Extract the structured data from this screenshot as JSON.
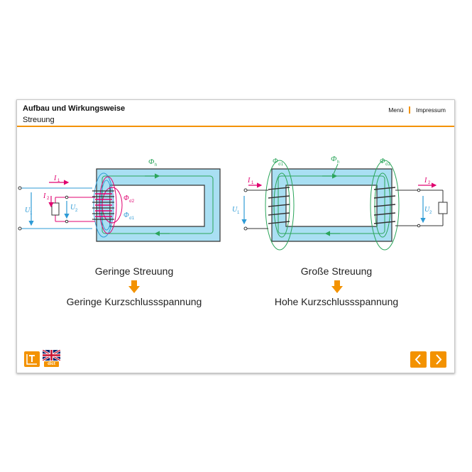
{
  "header": {
    "title": "Aufbau und Wirkungsweise",
    "subtitle": "Streuung",
    "nav": {
      "menu": "Menü",
      "impressum": "Impressum"
    }
  },
  "diagram": {
    "left": {
      "phi_h": "Φ",
      "phi_h_sub": "h",
      "phi_s2": "Φ",
      "phi_s2_sub": "σ2",
      "phi_s1": "Φ",
      "phi_s1_sub": "σ1",
      "i1": "I",
      "i1_sub": "1",
      "i2": "I",
      "i2_sub": "2",
      "u1": "U",
      "u1_sub": "1",
      "u2": "U",
      "u2_sub": "2"
    },
    "right": {
      "phi_h": "Φ",
      "phi_h_sub": "h",
      "phi_s1": "Φ",
      "phi_s1_sub": "σ1",
      "phi_s2": "Φ",
      "phi_s2_sub": "σ2",
      "i1": "I",
      "i1_sub": "1",
      "i2": "I",
      "i2_sub": "2",
      "u1": "U",
      "u1_sub": "1",
      "u2": "U",
      "u2_sub": "2"
    }
  },
  "captions": {
    "left_top": "Geringe Streuung",
    "left_bottom": "Geringe Kurzschlussspannung",
    "right_top": "Große Streuung",
    "right_bottom": "Hohe Kurzschlussspannung"
  },
  "footer": {
    "dict_label": "dict"
  },
  "colors": {
    "accent": "#f39200",
    "core": "#a9dff3",
    "flux_main": "#2aa55a",
    "flux_leak_left": "#e0006f",
    "current": "#e0006f",
    "voltage": "#2e9bd6"
  },
  "icons": {
    "logo": "logo-icon",
    "flag": "uk-flag-icon",
    "prev": "chevron-left-icon",
    "next": "chevron-right-icon",
    "arrow": "arrow-down-icon"
  }
}
